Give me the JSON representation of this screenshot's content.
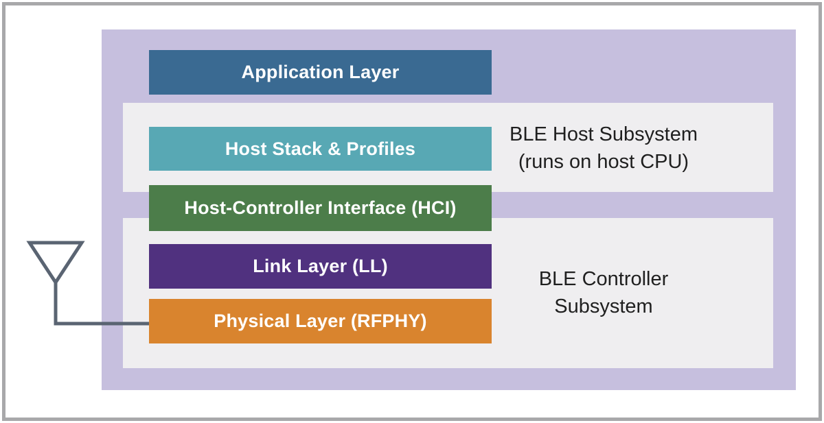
{
  "colors": {
    "frame_border": "#a8a8aa",
    "diagram_background": "#c6bfde",
    "subsystem_box": "#efeef0",
    "application_layer": "#3a6a92",
    "host_stack": "#58a8b4",
    "hci": "#4c7d4a",
    "link_layer": "#50317f",
    "physical_layer": "#d9842e",
    "bar_text": "#ffffff",
    "region_label_text": "#1f1f1f",
    "antenna_stroke": "#5a6472"
  },
  "layers": [
    {
      "id": "application-layer",
      "label": "Application Layer",
      "color": "#3a6a92"
    },
    {
      "id": "host-stack-profiles",
      "label": "Host Stack & Profiles",
      "color": "#58a8b4"
    },
    {
      "id": "host-controller-interface",
      "label": "Host-Controller Interface (HCI)",
      "color": "#4c7d4a"
    },
    {
      "id": "link-layer",
      "label": "Link Layer (LL)",
      "color": "#50317f"
    },
    {
      "id": "physical-layer",
      "label": "Physical Layer (RFPHY)",
      "color": "#d9842e"
    }
  ],
  "subsystems": [
    {
      "id": "host",
      "label_line1": "BLE Host Subsystem",
      "label_line2": "(runs on host CPU)"
    },
    {
      "id": "controller",
      "label_line1": "BLE Controller",
      "label_line2": "Subsystem"
    }
  ],
  "icons": {
    "antenna": "antenna-icon"
  }
}
